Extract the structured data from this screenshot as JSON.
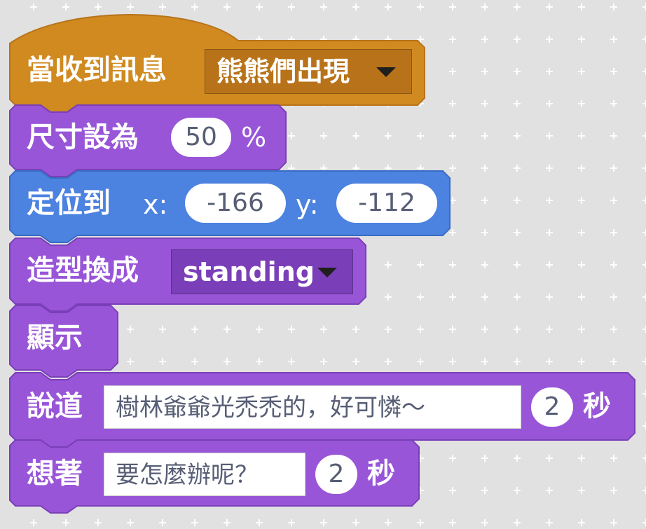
{
  "workspace": {
    "background": "#e1e1e1"
  },
  "colors": {
    "events": "#d08a20",
    "events_dark": "#b8731a",
    "looks": "#9955d8",
    "looks_dark": "#7a3fb8",
    "motion": "#4c82e0"
  },
  "blocks": {
    "hat": {
      "label": "當收到訊息",
      "message": "熊熊們出現"
    },
    "size": {
      "label": "尺寸設為",
      "value": "50",
      "unit": "%"
    },
    "goto": {
      "label": "定位到",
      "x_label": "x:",
      "x": "-166",
      "y_label": "y:",
      "y": "-112"
    },
    "costume": {
      "label": "造型換成",
      "costume": "standing"
    },
    "show": {
      "label": "顯示"
    },
    "say": {
      "label": "說道",
      "text": "樹林爺爺光禿禿的，好可憐～",
      "secs": "2",
      "secs_unit": "秒"
    },
    "think": {
      "label": "想著",
      "text": "要怎麼辦呢？",
      "secs": "2",
      "secs_unit": "秒"
    }
  }
}
